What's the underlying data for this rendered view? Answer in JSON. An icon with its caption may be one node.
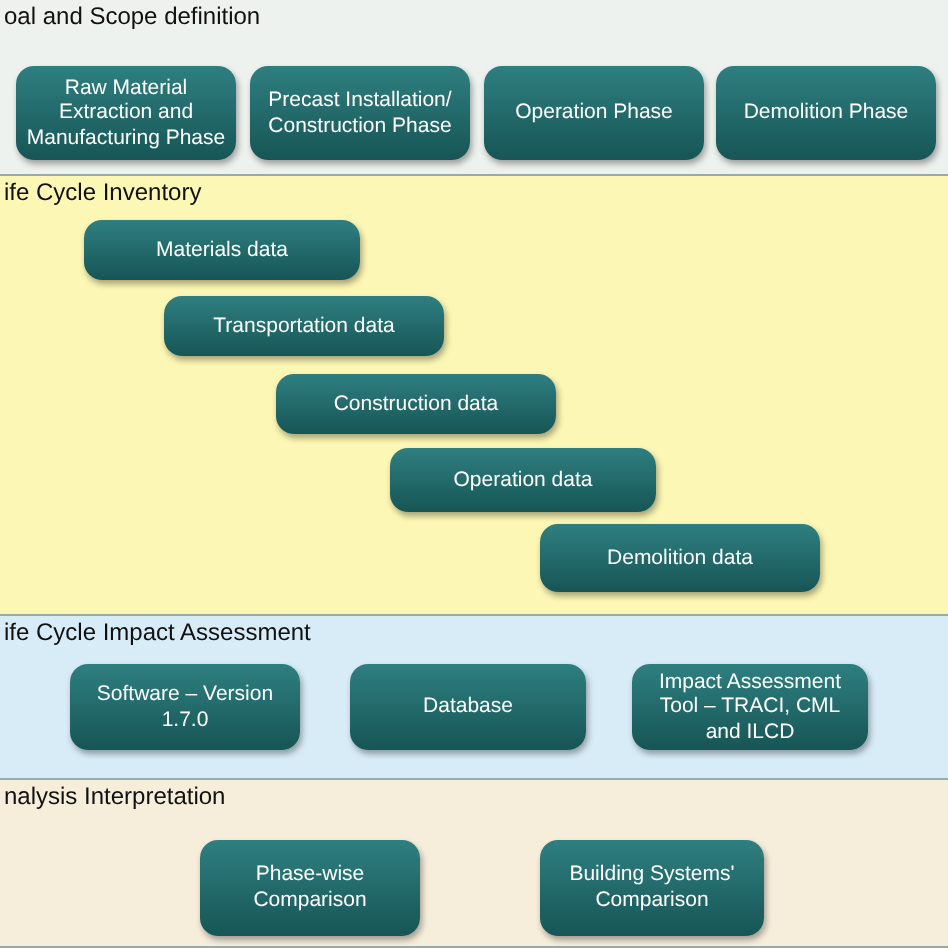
{
  "diagram": {
    "nodes": [
      {
        "text": [
          "oal and Scope definition"
        ]
      },
      {
        "text": [
          "Raw Material Extraction and Manufacturing Phase"
        ],
        "in": 0
      },
      {
        "text": [
          "Precast Installation/ Construction Phase"
        ],
        "in": 0
      },
      {
        "text": [
          "Operation  Phase"
        ],
        "in": 0
      },
      {
        "text": [
          "Demolition Phase"
        ],
        "in": 0
      },
      {
        "text": [
          "ife Cycle Inventory"
        ]
      },
      {
        "text": [
          "Materials data"
        ],
        "in": 5
      },
      {
        "text": [
          "Transportation data"
        ],
        "in": 5
      },
      {
        "text": [
          "Construction data"
        ],
        "in": 5
      },
      {
        "text": [
          "Operation data"
        ],
        "in": 5
      },
      {
        "text": [
          "Demolition data"
        ],
        "in": 5
      },
      {
        "text": [
          "ife Cycle Impact Assessment"
        ]
      },
      {
        "text": [
          "Software – Version 1.7.0"
        ],
        "in": 11
      },
      {
        "text": [
          "Database"
        ],
        "in": 11
      },
      {
        "text": [
          "Impact Assessment Tool – TRACI, CML and ILCD"
        ],
        "in": 11
      },
      {
        "text": [
          "nalysis Interpretation"
        ]
      },
      {
        "text": [
          "Phase-wise Comparison"
        ],
        "in": 15
      },
      {
        "text": [
          "Building Systems' Comparison"
        ],
        "in": 15
      }
    ]
  }
}
